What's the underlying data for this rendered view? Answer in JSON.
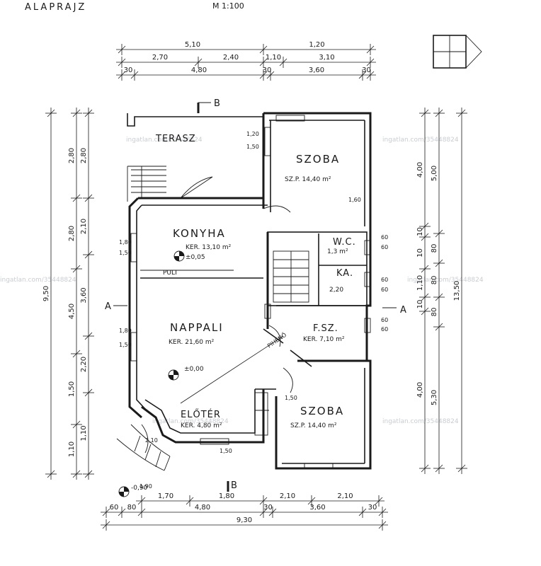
{
  "header": {
    "scribble_left": "ALAPRAJZ",
    "scribble_right": "M 1:100"
  },
  "rooms": {
    "terasz": {
      "label": "TERASZ"
    },
    "szoba_top": {
      "label": "SZOBA",
      "area": "SZ.P. 14,40 m²"
    },
    "konyha": {
      "label": "KONYHA",
      "area": "KER. 13,10 m²",
      "level": "±0,05"
    },
    "pult": {
      "label": "PULT"
    },
    "nappali": {
      "label": "NAPPALI",
      "area": "KER. 21,60 m²",
      "level": "±0,00"
    },
    "wc": {
      "label": "W.C.",
      "area": "1,3 m²"
    },
    "kamra": {
      "label": "KA.",
      "area": "2,20"
    },
    "fsz": {
      "label": "F.SZ.",
      "area": "KER. 7,10 m²"
    },
    "eloter": {
      "label": "ELŐTÉR",
      "area": "KER. 4,80 m²"
    },
    "szoba_bottom": {
      "label": "SZOBA",
      "area": "SZ.P. 14,40 m²"
    },
    "entry_level": {
      "label": "-0,90"
    }
  },
  "markers": {
    "section_b": "B",
    "section_a": "A",
    "stair_label": "PIHENŐ"
  },
  "dimensions": {
    "top_row1": [
      "5,10",
      "1,20"
    ],
    "top_row2": [
      "2,70",
      "2,40",
      "1,10",
      "3,10"
    ],
    "top_row3": [
      "30",
      "4,80",
      "30",
      "3,60",
      "30"
    ],
    "bottom_row1": [
      "1,70",
      "1,80",
      "2,10",
      "2,10"
    ],
    "bottom_row2": [
      "60",
      "80",
      "4,80",
      "30",
      "3,60",
      "30"
    ],
    "bottom_total": [
      "9,30"
    ],
    "left_col1": [
      "2,80",
      "2,10",
      "3,60",
      "2,20",
      "1,10"
    ],
    "left_col2": [
      "2,80",
      "2,80",
      "4,50",
      "1,50",
      "1,10"
    ],
    "left_total": [
      "9,50"
    ],
    "right_col1": [
      "4,00",
      "10",
      "10",
      "1,10",
      "10",
      "4,00"
    ],
    "right_col2": [
      "5,00",
      "80",
      "80",
      "80",
      "5,30"
    ],
    "right_total": [
      "13,50"
    ],
    "openings": [
      "1,20",
      "1,50",
      "1,80",
      "1,50",
      "1,80",
      "1,50",
      "1,60",
      "1,50",
      "1,90",
      "2,10",
      "1,50",
      "60",
      "60",
      "60",
      "60",
      "60",
      "60"
    ]
  },
  "watermark": {
    "text": "ingatlan.com/35448824"
  }
}
